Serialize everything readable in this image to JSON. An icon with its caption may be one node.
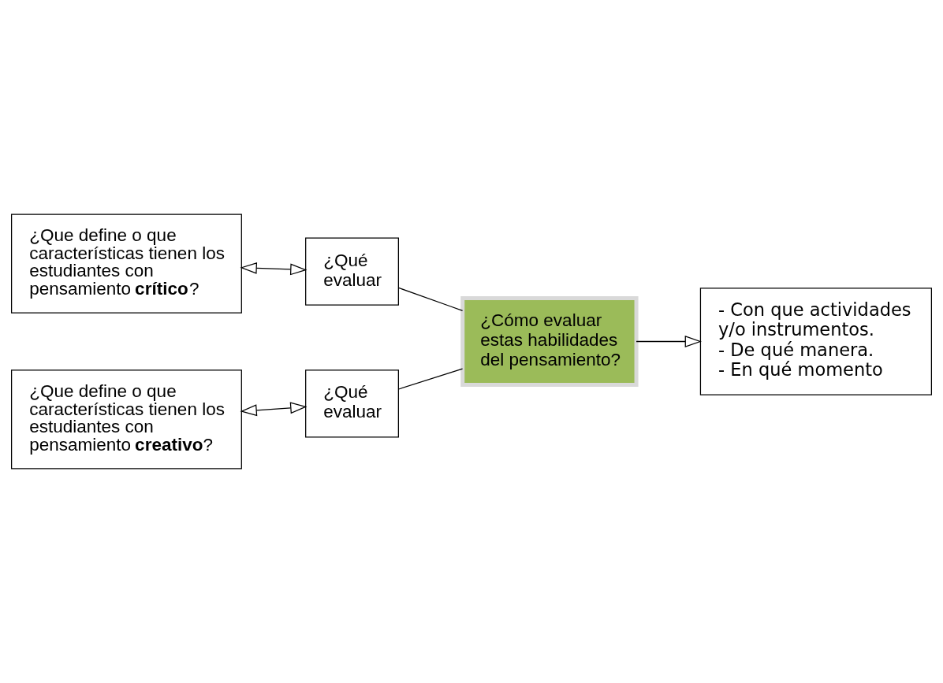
{
  "diagram": {
    "nodes": [
      {
        "text": [
          "¿Que define o que características tienen los estudiantes con pensamiento **crítico**?"
        ]
      },
      {
        "text": [
          "¿Qué evaluar"
        ]
      },
      {
        "text": [
          "¿Que define o que características tienen los estudiantes con pensamiento **creativo**?"
        ]
      },
      {
        "text": [
          "¿Qué evaluar"
        ]
      },
      {
        "text": [
          "¿Cómo evaluar estas habilidades del pensamiento?"
        ]
      },
      {
        "text": [
          "- Con que actividades y/o instrumentos.",
          "- De qué manera.",
          "- En qué momento"
        ]
      }
    ],
    "edges": [
      {
        "from": 0,
        "to": 1,
        "arrow": "both"
      },
      {
        "from": 2,
        "to": 3,
        "arrow": "both"
      },
      {
        "from": 1,
        "to": 4,
        "arrow": "none"
      },
      {
        "from": 3,
        "to": 4,
        "arrow": "none"
      },
      {
        "from": 4,
        "to": 5,
        "arrow": "to"
      }
    ]
  }
}
